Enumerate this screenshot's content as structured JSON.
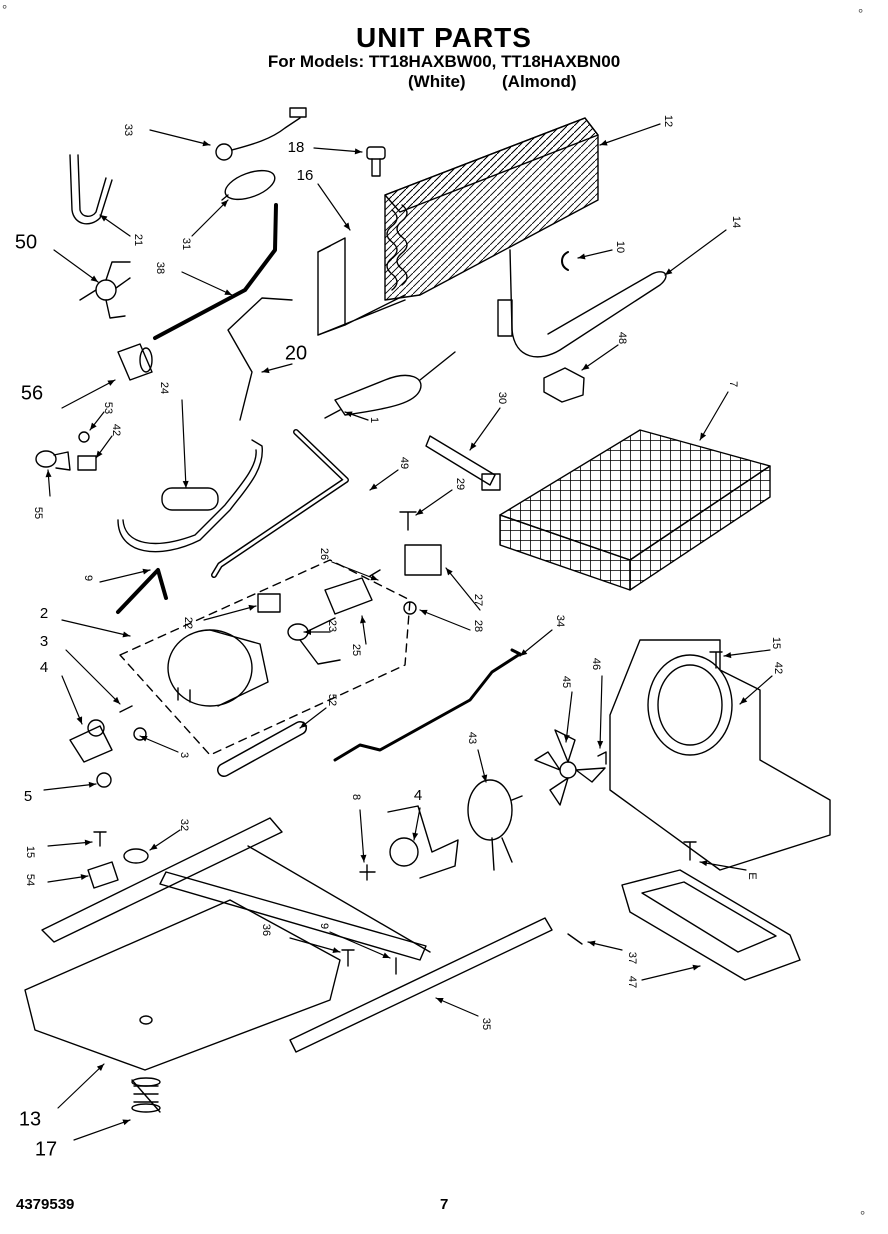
{
  "title": "UNIT PARTS",
  "models_line": "For Models: TT18HAXBW00, TT18HAXBN00",
  "variants": [
    "(White)",
    "(Almond)"
  ],
  "doc_number": "4379539",
  "page_number": "7",
  "corner_marks": [
    "°",
    "°",
    "°"
  ],
  "callouts": [
    {
      "id": "c33",
      "text": "33"
    },
    {
      "id": "c18",
      "text": "18"
    },
    {
      "id": "c12",
      "text": "12"
    },
    {
      "id": "c16",
      "text": "16"
    },
    {
      "id": "c21",
      "text": "21"
    },
    {
      "id": "c31",
      "text": "31"
    },
    {
      "id": "c50",
      "text": "50"
    },
    {
      "id": "c10",
      "text": "10"
    },
    {
      "id": "c14",
      "text": "14"
    },
    {
      "id": "c38",
      "text": "38"
    },
    {
      "id": "c20",
      "text": "20"
    },
    {
      "id": "c48",
      "text": "48"
    },
    {
      "id": "c56",
      "text": "56"
    },
    {
      "id": "c1",
      "text": "1"
    },
    {
      "id": "c53",
      "text": "53"
    },
    {
      "id": "c42a",
      "text": "42"
    },
    {
      "id": "c24",
      "text": "24"
    },
    {
      "id": "c30",
      "text": "30"
    },
    {
      "id": "c7",
      "text": "7"
    },
    {
      "id": "c55",
      "text": "55"
    },
    {
      "id": "c49",
      "text": "49"
    },
    {
      "id": "c29",
      "text": "29"
    },
    {
      "id": "c9a",
      "text": "9"
    },
    {
      "id": "c26",
      "text": "26"
    },
    {
      "id": "c2",
      "text": "2"
    },
    {
      "id": "c22",
      "text": "22"
    },
    {
      "id": "c27",
      "text": "27"
    },
    {
      "id": "c28",
      "text": "28"
    },
    {
      "id": "c23",
      "text": "23"
    },
    {
      "id": "c25",
      "text": "25"
    },
    {
      "id": "c34",
      "text": "34"
    },
    {
      "id": "c3a",
      "text": "3"
    },
    {
      "id": "c15a",
      "text": "15"
    },
    {
      "id": "c4a",
      "text": "4"
    },
    {
      "id": "c42b",
      "text": "42"
    },
    {
      "id": "c52",
      "text": "52"
    },
    {
      "id": "c45",
      "text": "45"
    },
    {
      "id": "c46",
      "text": "46"
    },
    {
      "id": "c3b",
      "text": "3"
    },
    {
      "id": "c5",
      "text": "5"
    },
    {
      "id": "c43",
      "text": "43"
    },
    {
      "id": "c8a",
      "text": "8"
    },
    {
      "id": "c4b",
      "text": "4"
    },
    {
      "id": "c15b",
      "text": "15"
    },
    {
      "id": "c32",
      "text": "32"
    },
    {
      "id": "c8b",
      "text": "8"
    },
    {
      "id": "c54",
      "text": "54"
    },
    {
      "id": "cE",
      "text": "E"
    },
    {
      "id": "c36",
      "text": "36"
    },
    {
      "id": "c9b",
      "text": "9"
    },
    {
      "id": "c37",
      "text": "37"
    },
    {
      "id": "c47",
      "text": "47"
    },
    {
      "id": "c35",
      "text": "35"
    },
    {
      "id": "c13",
      "text": "13"
    },
    {
      "id": "c17",
      "text": "17"
    }
  ]
}
